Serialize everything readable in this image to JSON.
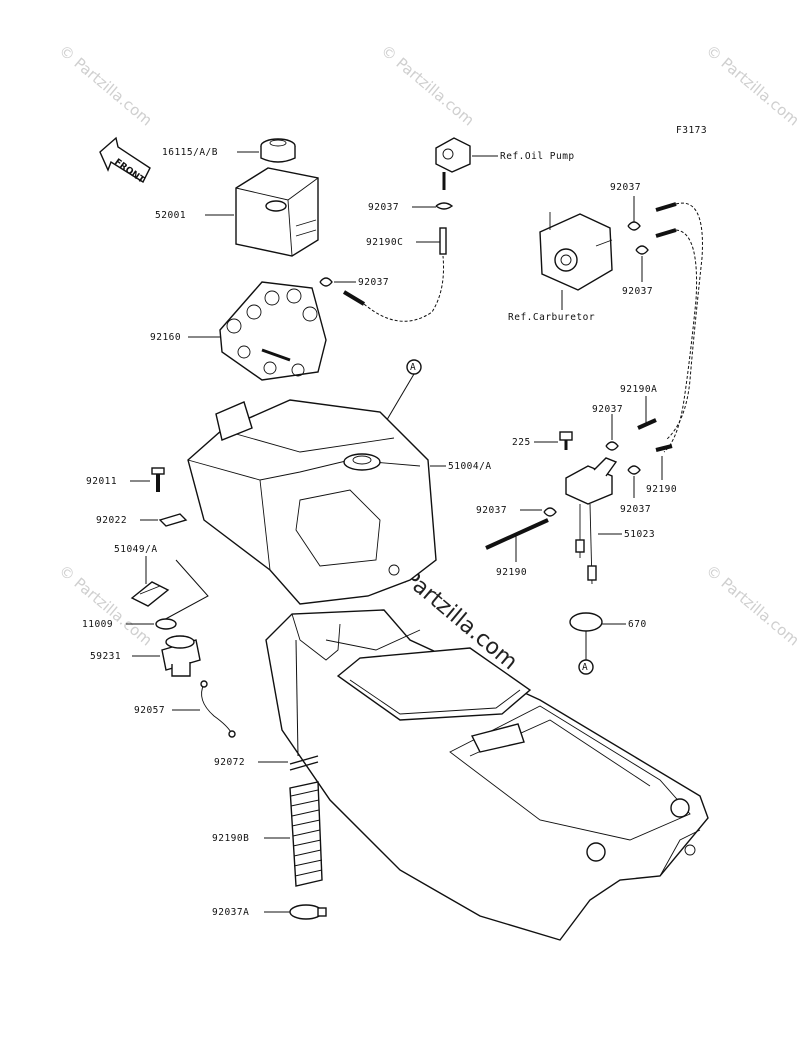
{
  "figure_code": "F3173",
  "front_label": "FRONT",
  "marker": "A",
  "watermark": {
    "corner": "© Partzilla.com",
    "center_symbol": "©",
    "center_text": "Partzilla.com"
  },
  "parts": {
    "p16115": "16115/A/B",
    "p52001": "52001",
    "p92160": "92160",
    "p92011": "92011",
    "p92022": "92022",
    "p51049": "51049/A",
    "p11009": "11009",
    "p59231": "59231",
    "p92057": "92057",
    "p92072": "92072",
    "p92190B": "92190B",
    "p92037A": "92037A",
    "p92037_top": "92037",
    "p92190C": "92190C",
    "p92037_mid": "92037",
    "ref_oil_pump": "Ref.Oil Pump",
    "ref_carburetor": "Ref.Carburetor",
    "p92037_r1": "92037",
    "p92037_r2": "92037",
    "p92190A": "92190A",
    "p92037_r3": "92037",
    "p225": "225",
    "p51004": "51004/A",
    "p92037_r4": "92037",
    "p92190_r": "92190",
    "p92037_r5": "92037",
    "p51023": "51023",
    "p92190_b": "92190",
    "p670": "670"
  }
}
